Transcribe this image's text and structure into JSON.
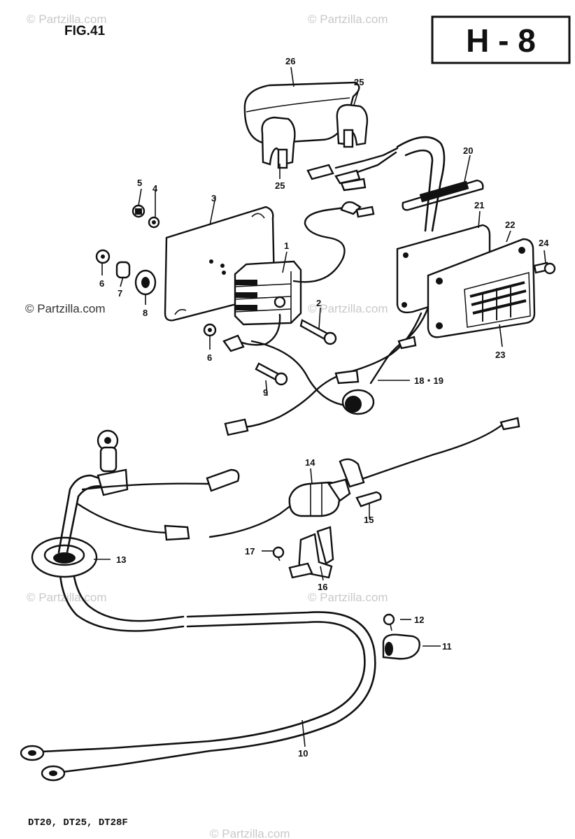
{
  "figure_title": "FIG.41",
  "section_code": "H - 8",
  "footer_models": "DT20,  DT25,  DT28F",
  "watermarks": [
    "© Partzilla.com",
    "© Partzilla.com",
    "© Partzilla.com",
    "© Partzilla.com",
    "© Partzilla.com",
    "© Partzilla.com",
    "© Partzilla.com"
  ],
  "callouts": {
    "c1": "1",
    "c2": "2",
    "c3": "3",
    "c4": "4",
    "c5": "5",
    "c6a": "6",
    "c6b": "6",
    "c7": "7",
    "c8": "8",
    "c9": "9",
    "c10": "10",
    "c11": "11",
    "c12": "12",
    "c13": "13",
    "c14": "14",
    "c15": "15",
    "c16": "16",
    "c17": "17",
    "c1819": "18・19",
    "c20": "20",
    "c21": "21",
    "c22": "22",
    "c23": "23",
    "c24": "24",
    "c25a": "25",
    "c25b": "25",
    "c26": "26"
  },
  "icons": {
    "parts": "exploded-part-drawing"
  }
}
